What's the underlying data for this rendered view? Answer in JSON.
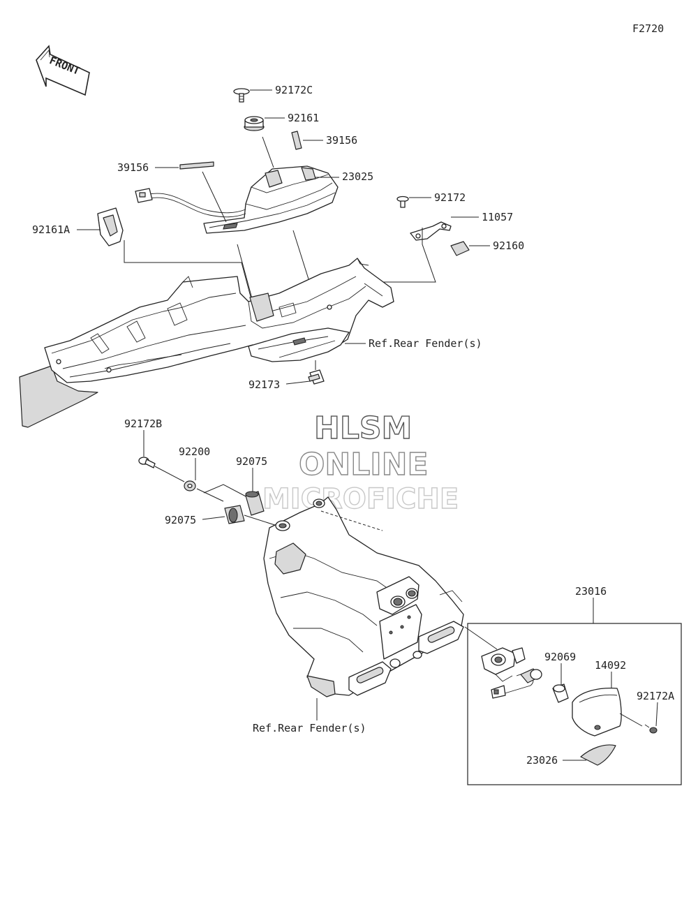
{
  "figure_code": "F2720",
  "front_label": "FRONT",
  "watermark": {
    "line1": "HLSM",
    "line2": "ONLINE",
    "line3": "MICROFICHE"
  },
  "callouts": {
    "p92172C": "92172C",
    "p92161": "92161",
    "p39156_right": "39156",
    "p39156_left": "39156",
    "p23025": "23025",
    "p92161A": "92161A",
    "p92172": "92172",
    "p11057": "11057",
    "p92160": "92160",
    "ref_rear_fender_top": "Ref.Rear Fender(s)",
    "p92173": "92173",
    "p92172B": "92172B",
    "p92200": "92200",
    "p92075_upper": "92075",
    "p92075_lower": "92075",
    "ref_rear_fender_bottom": "Ref.Rear Fender(s)",
    "p23016": "23016",
    "p92069": "92069",
    "p14092": "14092",
    "p92172A": "92172A",
    "p23026": "23026"
  }
}
